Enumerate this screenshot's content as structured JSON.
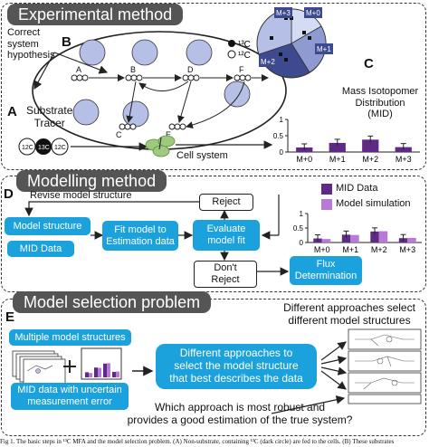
{
  "panel1": {
    "title": "Experimental method",
    "hypothesis": [
      "Correct",
      "system",
      "hypothesis"
    ],
    "letter_a": "A",
    "letter_b": "B",
    "letter_c": "C",
    "substrate": [
      "Substrate",
      "Tracer"
    ],
    "c13": "13C",
    "c12": "12C",
    "legend13": "¹³C",
    "legend12": "¹²C",
    "cell_system": "Cell system",
    "mid_title": [
      "Mass Isotopomer",
      "Distribution",
      "(MID)"
    ],
    "pie_labels": [
      "M+3",
      "M+0",
      "M+1",
      "M+2"
    ],
    "node_labels": [
      "A",
      "B",
      "D",
      "F",
      "C",
      "E"
    ]
  },
  "panel2": {
    "title": "Modelling method",
    "letter_d": "D",
    "revise": "Revise model structure",
    "model_structure": "Model structure",
    "mid_data": "MID Data",
    "fit_model": [
      "Fit model to",
      "Estimation data"
    ],
    "evaluate": [
      "Evaluate",
      "model fit"
    ],
    "reject": "Reject",
    "dont_reject": [
      "Don't",
      "Reject"
    ],
    "flux": [
      "Flux",
      "Determination"
    ],
    "legend_mid": "MID Data",
    "legend_sim": "Model simulation"
  },
  "panel3": {
    "title": "Model selection problem",
    "letter_e": "E",
    "multiple": "Multiple model structures",
    "mid_uncertain": [
      "MID data with uncertain",
      "measurement error"
    ],
    "approaches": [
      "Different approaches to",
      "select the model structure",
      "that best describes the data"
    ],
    "different_select": [
      "Different approaches select",
      "different model structures"
    ],
    "question": [
      "Which approach is most robust and",
      "provides a good estimation of the true system?"
    ]
  },
  "caption": "Fig 1.  The basic steps in ¹³C MFA and the model selection problem. (A) Non-substrate, containing ¹³C (dark circle) are fed to the cells. (B) These substrates",
  "colors": {
    "blue": "#1ba2dc",
    "dark_purple": "#5e2a83",
    "light_purple": "#b77ad6",
    "title_bg": "#555555",
    "pie_dark": "#3d4a8f",
    "pie_light": "#b6bfe6"
  },
  "chart_data": [
    {
      "type": "bar",
      "categories": [
        "M+0",
        "M+1",
        "M+2",
        "M+3"
      ],
      "series": [
        {
          "values": [
            0.14,
            0.28,
            0.38,
            0.15
          ]
        }
      ],
      "ylim": [
        0,
        1
      ],
      "yticks": [
        "0",
        "0.5",
        "1"
      ]
    },
    {
      "type": "bar",
      "categories": [
        "M+0",
        "M+1",
        "M+2",
        "M+3"
      ],
      "series": [
        {
          "name": "MID Data",
          "values": [
            0.14,
            0.27,
            0.38,
            0.15
          ]
        },
        {
          "name": "Model simulation",
          "values": [
            0.12,
            0.26,
            0.39,
            0.16
          ]
        }
      ],
      "ylim": [
        0,
        1
      ],
      "yticks": [
        "0",
        "0.5",
        "1"
      ]
    }
  ]
}
